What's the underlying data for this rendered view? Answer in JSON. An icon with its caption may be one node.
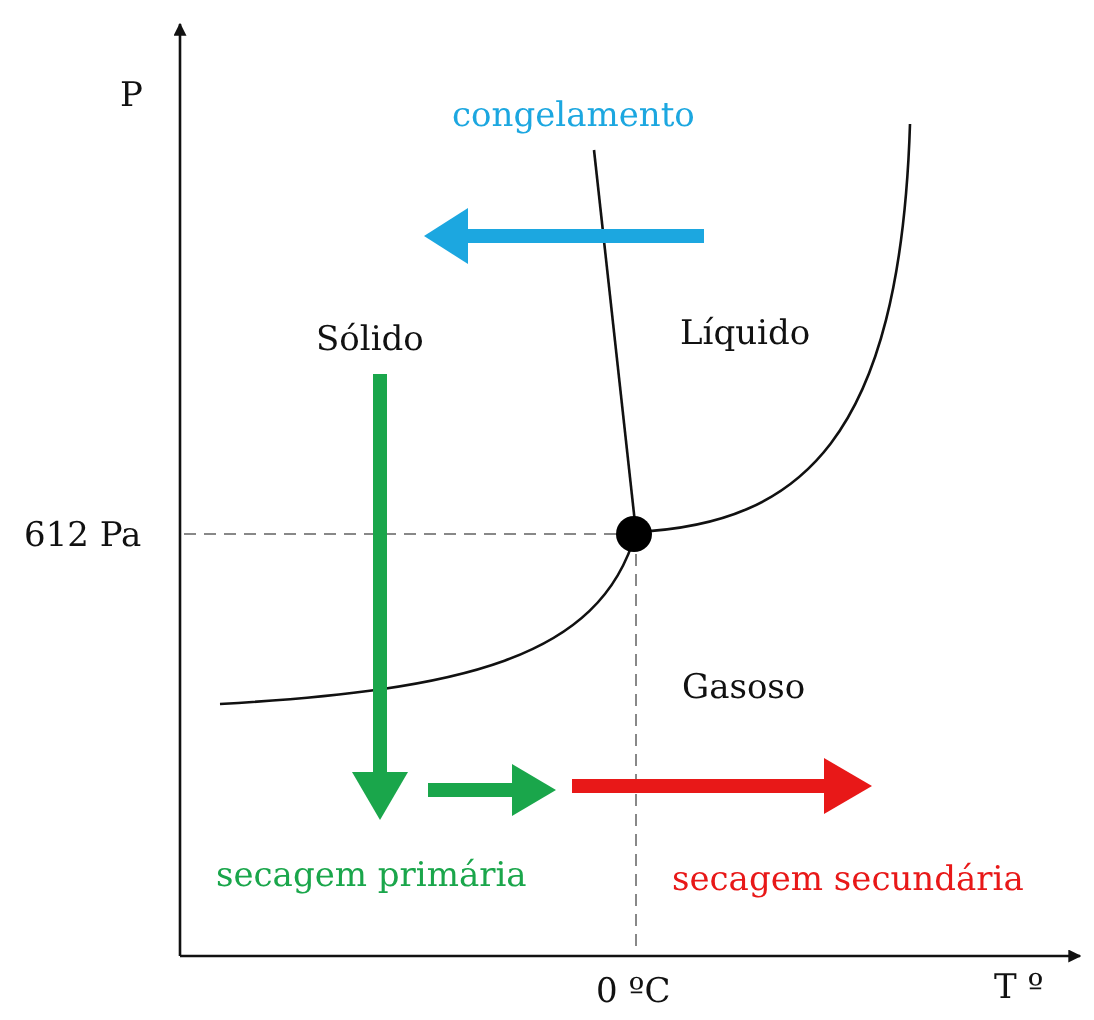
{
  "diagram": {
    "labels": [
      "P",
      "congelamento",
      "Sólido",
      "Líquido",
      "612 Pa",
      "Gasoso",
      "secagem primária",
      "secagem secundária",
      "0 ºC",
      "T º"
    ]
  }
}
